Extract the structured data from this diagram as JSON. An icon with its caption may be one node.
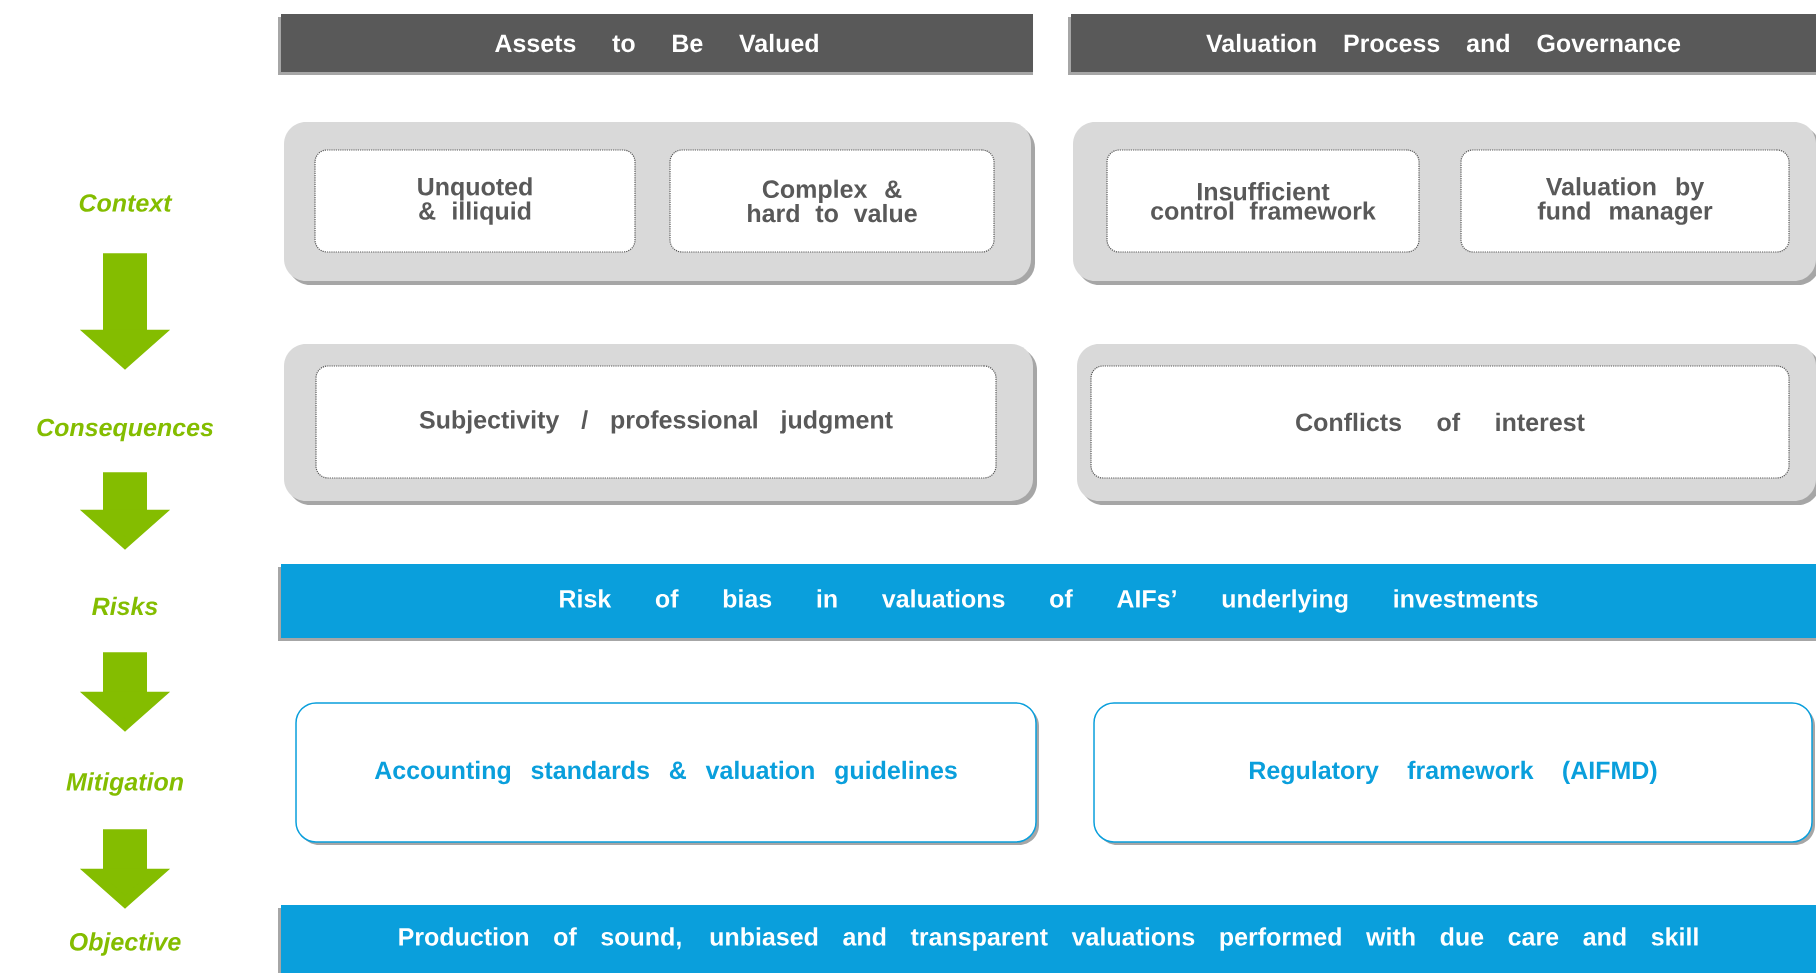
{
  "diagram": {
    "nodes": [
      {
        "text": [
          "Assets to Be Valued"
        ]
      },
      {
        "text": [
          "Valuation Process and Governance"
        ]
      },
      {
        "text": [
          "Context"
        ]
      },
      {
        "text": [],
        "shape": "box"
      },
      {
        "text": [
          "Unquoted & illiquid"
        ],
        "in": 3
      },
      {
        "text": [
          "Complex & hard to value"
        ],
        "in": 3
      },
      {
        "text": [],
        "shape": "box"
      },
      {
        "text": [
          "Insufficient control framework"
        ],
        "in": 6
      },
      {
        "text": [
          "Valuation by fund manager"
        ],
        "in": 6
      },
      {
        "text": [
          "Consequences"
        ]
      },
      {
        "text": [],
        "shape": "box"
      },
      {
        "text": [
          "Subjectivity / professional judgment"
        ],
        "in": 10
      },
      {
        "text": [],
        "shape": "box"
      },
      {
        "text": [
          "Conflicts of interest"
        ],
        "in": 12
      },
      {
        "text": [
          "Risks"
        ]
      },
      {
        "text": [
          "Risk of bias in valuations of AIFs’ underlying investments"
        ]
      },
      {
        "text": [
          "Mitigation"
        ]
      },
      {
        "text": [
          "Accounting standards & valuation guidelines"
        ]
      },
      {
        "text": [
          "Regulatory framework (AIFMD)"
        ]
      },
      {
        "text": [
          "Objective"
        ]
      },
      {
        "text": [
          "Production of sound, unbiased and transparent valuations performed with due care and skill"
        ]
      }
    ],
    "edges": [
      {
        "from": 2,
        "to": 9,
        "arrow": "to"
      },
      {
        "from": 9,
        "to": 14,
        "arrow": "to"
      },
      {
        "from": 14,
        "to": 16,
        "arrow": "to"
      },
      {
        "from": 16,
        "to": 19,
        "arrow": "to"
      }
    ]
  }
}
